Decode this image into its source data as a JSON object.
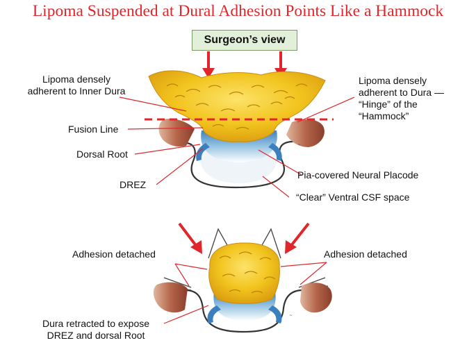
{
  "title": "Lipoma Suspended at Dural Adhesion Points Like a Hammock",
  "surgeon_view": "Surgeon’s view",
  "top_figure": {
    "label_left_adherent_l1": "Lipoma densely",
    "label_left_adherent_l2": "adherent to Inner Dura",
    "label_fusion_line": "Fusion Line",
    "label_dorsal_root": "Dorsal Root",
    "label_drez": "DREZ",
    "label_right_l1": "Lipoma densely",
    "label_right_l2": "adherent to Dura —",
    "label_right_l3": "“Hinge” of the",
    "label_right_l4": "“Hammock”",
    "label_placode": "Pia-covered Neural Placode",
    "label_csf": "“Clear” Ventral CSF space"
  },
  "bottom_figure": {
    "label_detached_left": "Adhesion detached",
    "label_detached_right": "Adhesion detached",
    "label_retracted_l1": "Dura retracted to expose",
    "label_retracted_l2": "DREZ and dorsal Root"
  },
  "colors": {
    "title": "#e0262a",
    "arrow": "#e0262a",
    "lipoma": "#f2c41e",
    "dura_muscle": "#b5664a",
    "neural": "#5b9ac9",
    "box_fill": "#e2f0d9"
  }
}
